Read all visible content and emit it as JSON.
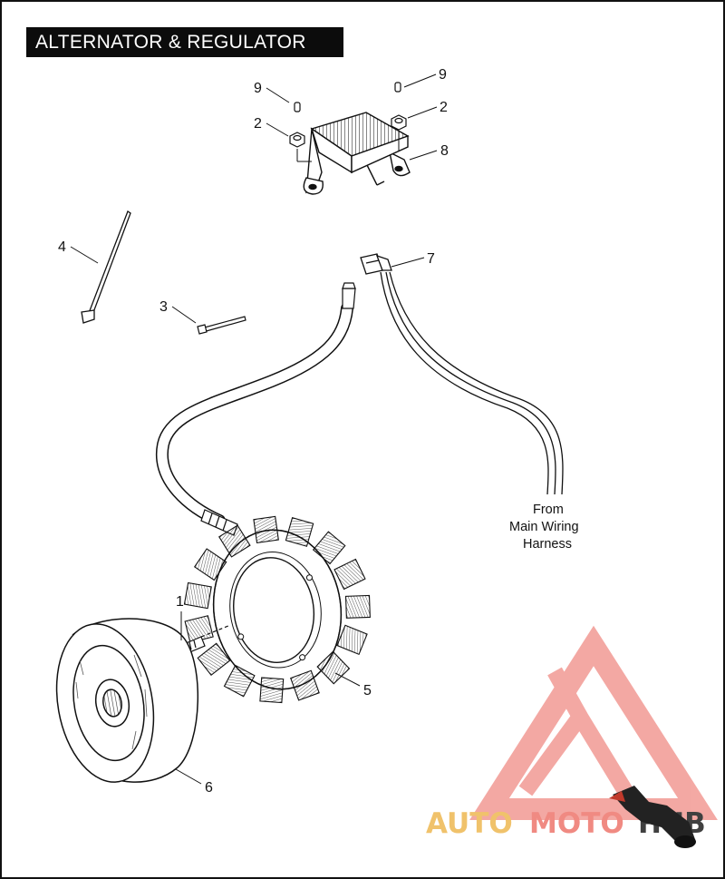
{
  "title": "ALTERNATOR & REGULATOR",
  "callouts": {
    "c1": "1",
    "c2a": "2",
    "c2b": "2",
    "c3": "3",
    "c4": "4",
    "c5": "5",
    "c6": "6",
    "c7": "7",
    "c8": "8",
    "c9a": "9",
    "c9b": "9"
  },
  "harness_note": {
    "line1": "From",
    "line2": "Main Wiring",
    "line3": "Harness"
  },
  "watermark": {
    "part1": "AUTO",
    "part2": "MOTO",
    "part3": "HUB",
    "colors": {
      "auto": "#f0c26b",
      "moto": "#f08a82",
      "hub": "#404040",
      "logo": "#f29a94"
    }
  }
}
